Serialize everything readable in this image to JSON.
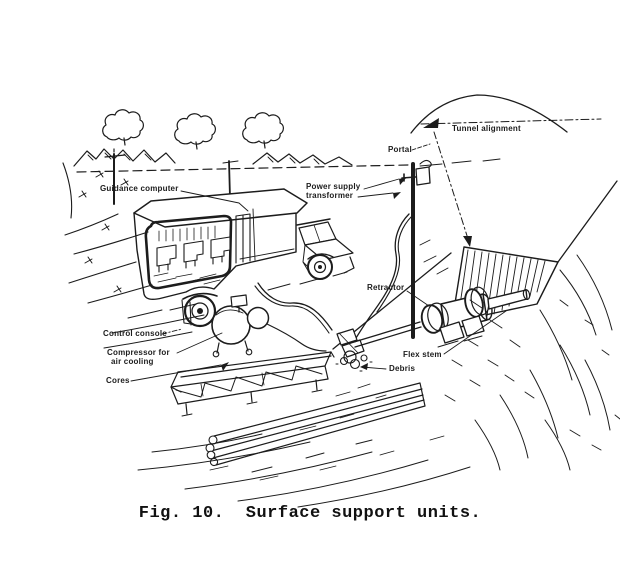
{
  "figure": {
    "caption": "Fig. 10.  Surface support units.",
    "labels": {
      "guidance_computer": "Guidance computer",
      "power_supply_line1": "Power supply",
      "power_supply_line2": "transformer",
      "portal": "Portal",
      "tunnel_alignment": "Tunnel alignment",
      "retractor": "Retractor",
      "flex_stem": "Flex stem",
      "debris": "Debris",
      "control_console": "Control console",
      "compressor_line1": "Compressor for",
      "compressor_line2": "air cooling",
      "cores": "Cores"
    },
    "colors": {
      "ink": "#1c1c1c",
      "paper": "#ffffff"
    }
  }
}
